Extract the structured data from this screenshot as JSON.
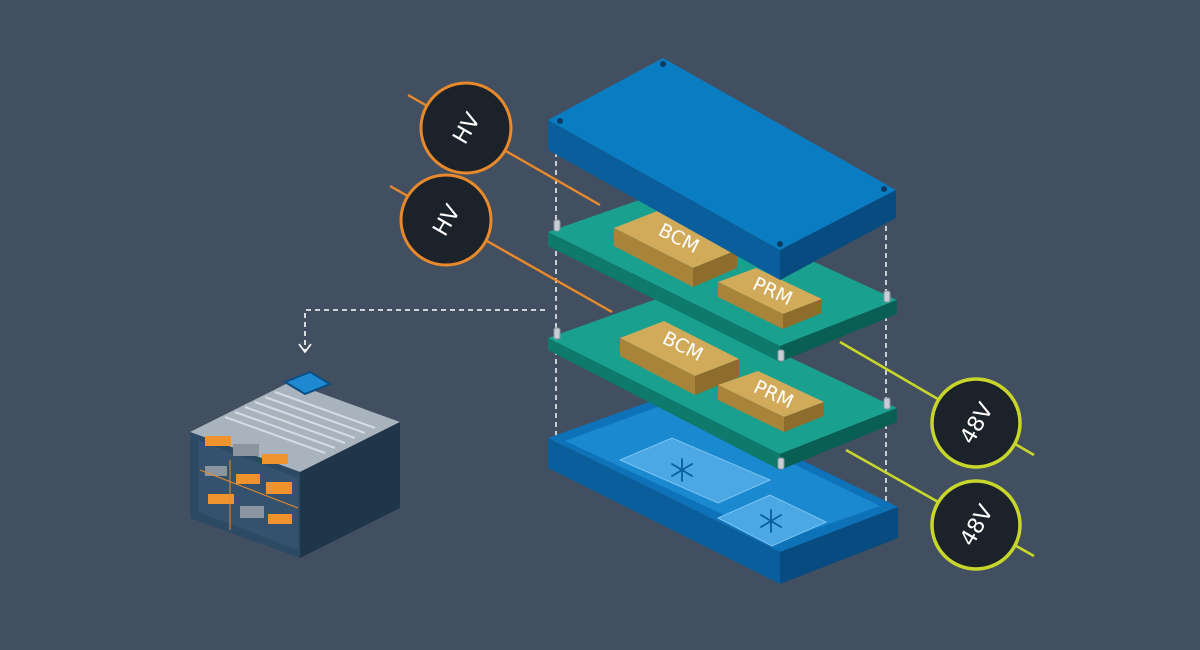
{
  "diagram": {
    "hv_labels": [
      "HV",
      "HV"
    ],
    "low_voltage_labels": [
      "48V",
      "48V"
    ],
    "upper_board": {
      "bcm_label": "BCM",
      "prm_label": "PRM"
    },
    "lower_board": {
      "bcm_label": "BCM",
      "prm_label": "PRM"
    },
    "cold_plate_icons": [
      "snowflake-icon",
      "snowflake-icon"
    ],
    "colors": {
      "background": "#414f60",
      "enclosure_blue": "#0a7cc1",
      "pcb_green": "#1aa08e",
      "module_gold": "#c9a254",
      "hv_line_orange": "#e8892b",
      "low_voltage_line_lime": "#c8d62b",
      "label_badge": "#1c2229"
    }
  }
}
